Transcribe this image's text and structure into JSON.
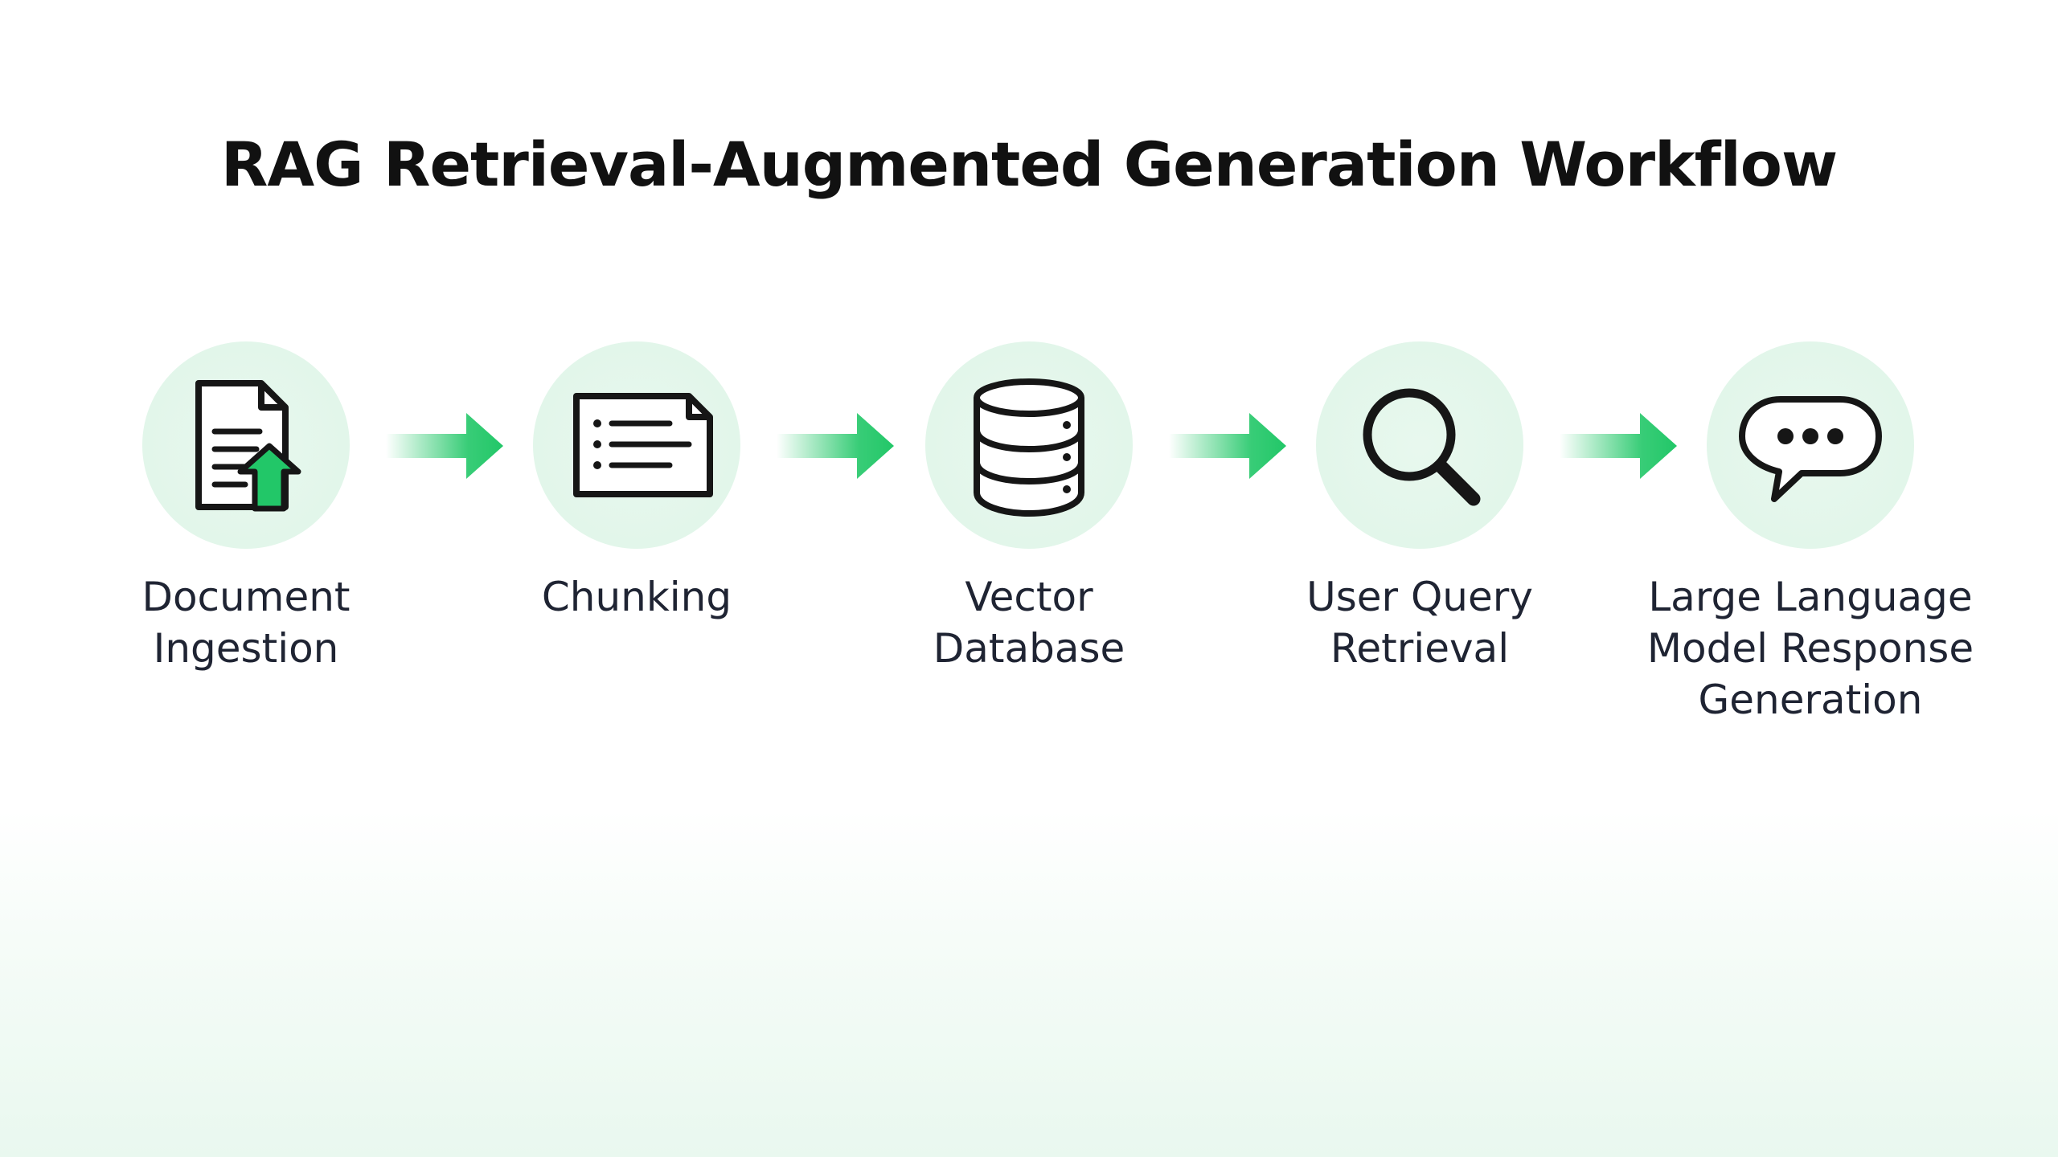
{
  "title": "RAG Retrieval-Augmented Generation Workflow",
  "steps": [
    {
      "label": "Document\nIngestion",
      "icon": "document-upload-icon"
    },
    {
      "label": "Chunking",
      "icon": "list-document-icon"
    },
    {
      "label": "Vector\nDatabase",
      "icon": "database-icon"
    },
    {
      "label": "User Query\nRetrieval",
      "icon": "search-icon"
    },
    {
      "label": "Large Language\nModel Response\nGeneration",
      "icon": "chat-bubble-icon"
    }
  ],
  "colors": {
    "accent": "#22c768",
    "circle": "#e3f6eb",
    "stroke": "#161616",
    "text": "#1f2433"
  }
}
